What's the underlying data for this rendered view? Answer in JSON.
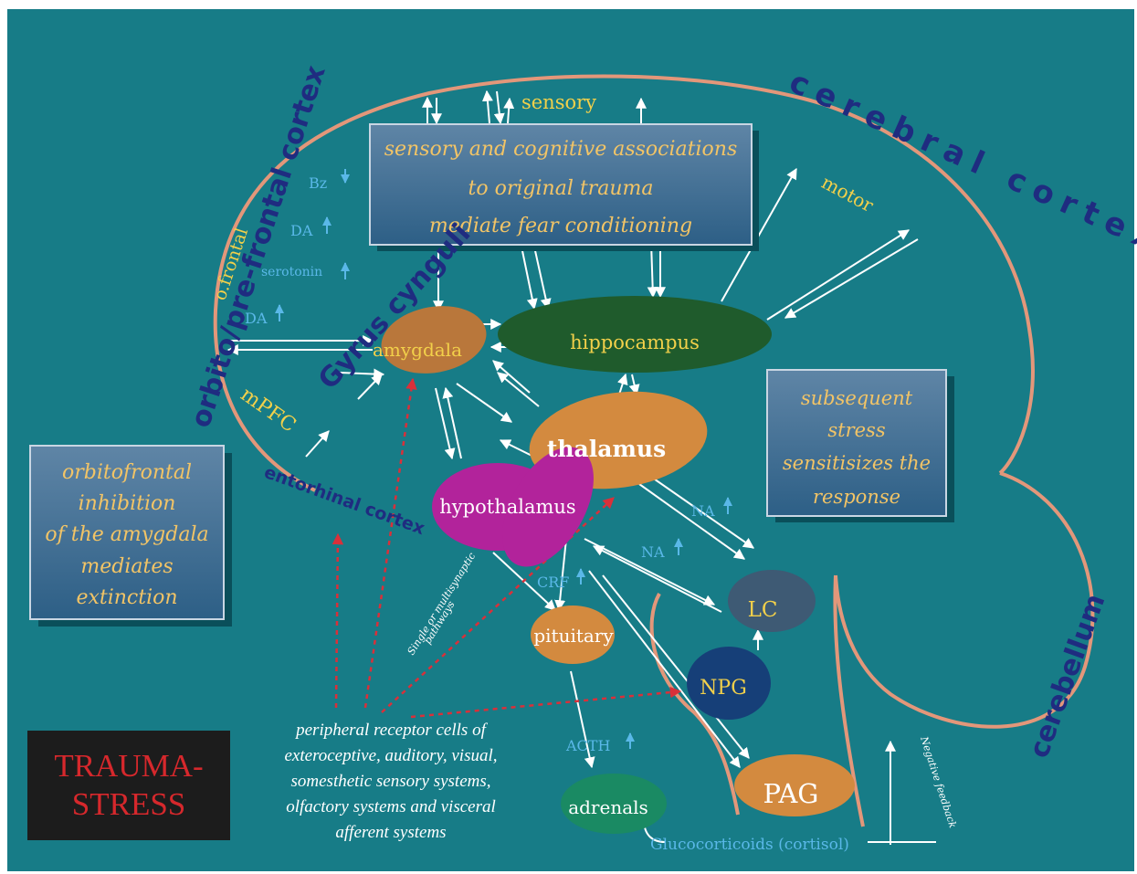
{
  "regions": {
    "cerebral_cortex": "cerebral cortex",
    "orbito_prefrontal_cortex": "orbito/pre-frontal cortex",
    "gyrus_cynguli": "Gyrus cynguli",
    "entorhinal_cortex": "entorhinal cortex",
    "cerebellum": "cerebellum",
    "o_frontal": "o.frontal",
    "mpfc": "mPFC"
  },
  "structures": {
    "amygdala": "amygdala",
    "hippocampus": "hippocampus",
    "thalamus": "thalamus",
    "hypothalamus": "hypothalamus",
    "pituitary": "pituitary",
    "adrenals": "adrenals",
    "lc": "LC",
    "npg": "NPG",
    "pag": "PAG"
  },
  "signals": {
    "sensory": "sensory",
    "motor": "motor",
    "bz": "Bz",
    "da_1": "DA",
    "serotonin": "serotonin",
    "da_2": "DA",
    "na_1": "NA",
    "na_2": "NA",
    "crf": "CRF",
    "acth": "ACTH",
    "glucocorticoids": "Glucocorticoids (cortisol)",
    "negative_feedback": "Negative feedback",
    "pathways": [
      "Single or multisynaptic",
      "pathways"
    ]
  },
  "boxes": {
    "associations": [
      "sensory and cognitive associations",
      "to original trauma",
      "mediate fear conditioning"
    ],
    "orbitofrontal": [
      "orbitofrontal",
      "inhibition",
      "of the amygdala",
      "mediates",
      "extinction"
    ],
    "subsequent": [
      "subsequent",
      "stress",
      "sensitisizes the",
      "response"
    ],
    "peripheral": [
      "peripheral receptor cells of",
      "exteroceptive, auditory, visual,",
      "somesthetic sensory systems,",
      "olfactory systems and visceral",
      "afferent systems"
    ]
  },
  "title": [
    "TRAUMA-",
    "STRESS"
  ],
  "colors": {
    "background": "#177c87",
    "cortex_line": "#e3977a",
    "amygdala": "#b9773b",
    "hippocampus": "#1f5b2c",
    "thalamus": "#d38a3f",
    "hypothalamus": "#b2239b",
    "pituitary": "#d38a3f",
    "adrenals": "#1a8a63",
    "lc": "#3e5a74",
    "npg": "#163f78",
    "pag": "#d38a3f",
    "label_yellow": "#f2d04a",
    "label_blue": "#5ab8e8",
    "label_navy": "#1f2c80",
    "dashed_red": "#d9303a",
    "trauma_red": "#d6282c"
  }
}
